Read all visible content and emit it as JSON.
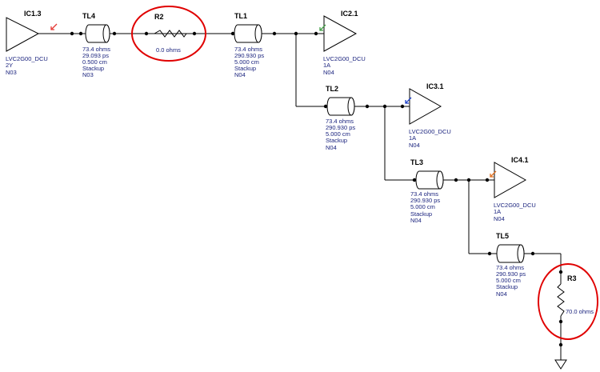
{
  "components": {
    "ic13": {
      "name": "IC1.3",
      "lines": [
        "LVC2G00_DCU",
        "2Y",
        "N03"
      ]
    },
    "ic21": {
      "name": "IC2.1",
      "lines": [
        "LVC2G00_DCU",
        "1A",
        "N04"
      ]
    },
    "ic31": {
      "name": "IC3.1",
      "lines": [
        "LVC2G00_DCU",
        "1A",
        "N04"
      ]
    },
    "ic41": {
      "name": "IC4.1",
      "lines": [
        "LVC2G00_DCU",
        "1A",
        "N04"
      ]
    },
    "tl4": {
      "name": "TL4",
      "lines": [
        "73.4 ohms",
        "29.093 ps",
        "0.500 cm",
        "Stackup",
        "N03"
      ]
    },
    "tl1": {
      "name": "TL1",
      "lines": [
        "73.4 ohms",
        "290.930 ps",
        "5.000 cm",
        "Stackup",
        "N04"
      ]
    },
    "tl2": {
      "name": "TL2",
      "lines": [
        "73.4 ohms",
        "290.930 ps",
        "5.000 cm",
        "Stackup",
        "N04"
      ]
    },
    "tl3": {
      "name": "TL3",
      "lines": [
        "73.4 ohms",
        "290.930 ps",
        "5.000 cm",
        "Stackup",
        "N04"
      ]
    },
    "tl5": {
      "name": "TL5",
      "lines": [
        "73.4 ohms",
        "290.930 ps",
        "5.000 cm",
        "Stackup",
        "N04"
      ]
    },
    "r2": {
      "name": "R2",
      "lines": [
        "0.0 ohms"
      ]
    },
    "r3": {
      "name": "R3",
      "lines": [
        "70.0 ohms"
      ]
    }
  },
  "colors": {
    "label_text": "#1a237e",
    "highlight": "#e00000",
    "probe_ic13": "#e53935",
    "probe_ic21": "#43a047",
    "probe_ic31": "#1e40c8",
    "probe_ic41": "#e07020"
  }
}
